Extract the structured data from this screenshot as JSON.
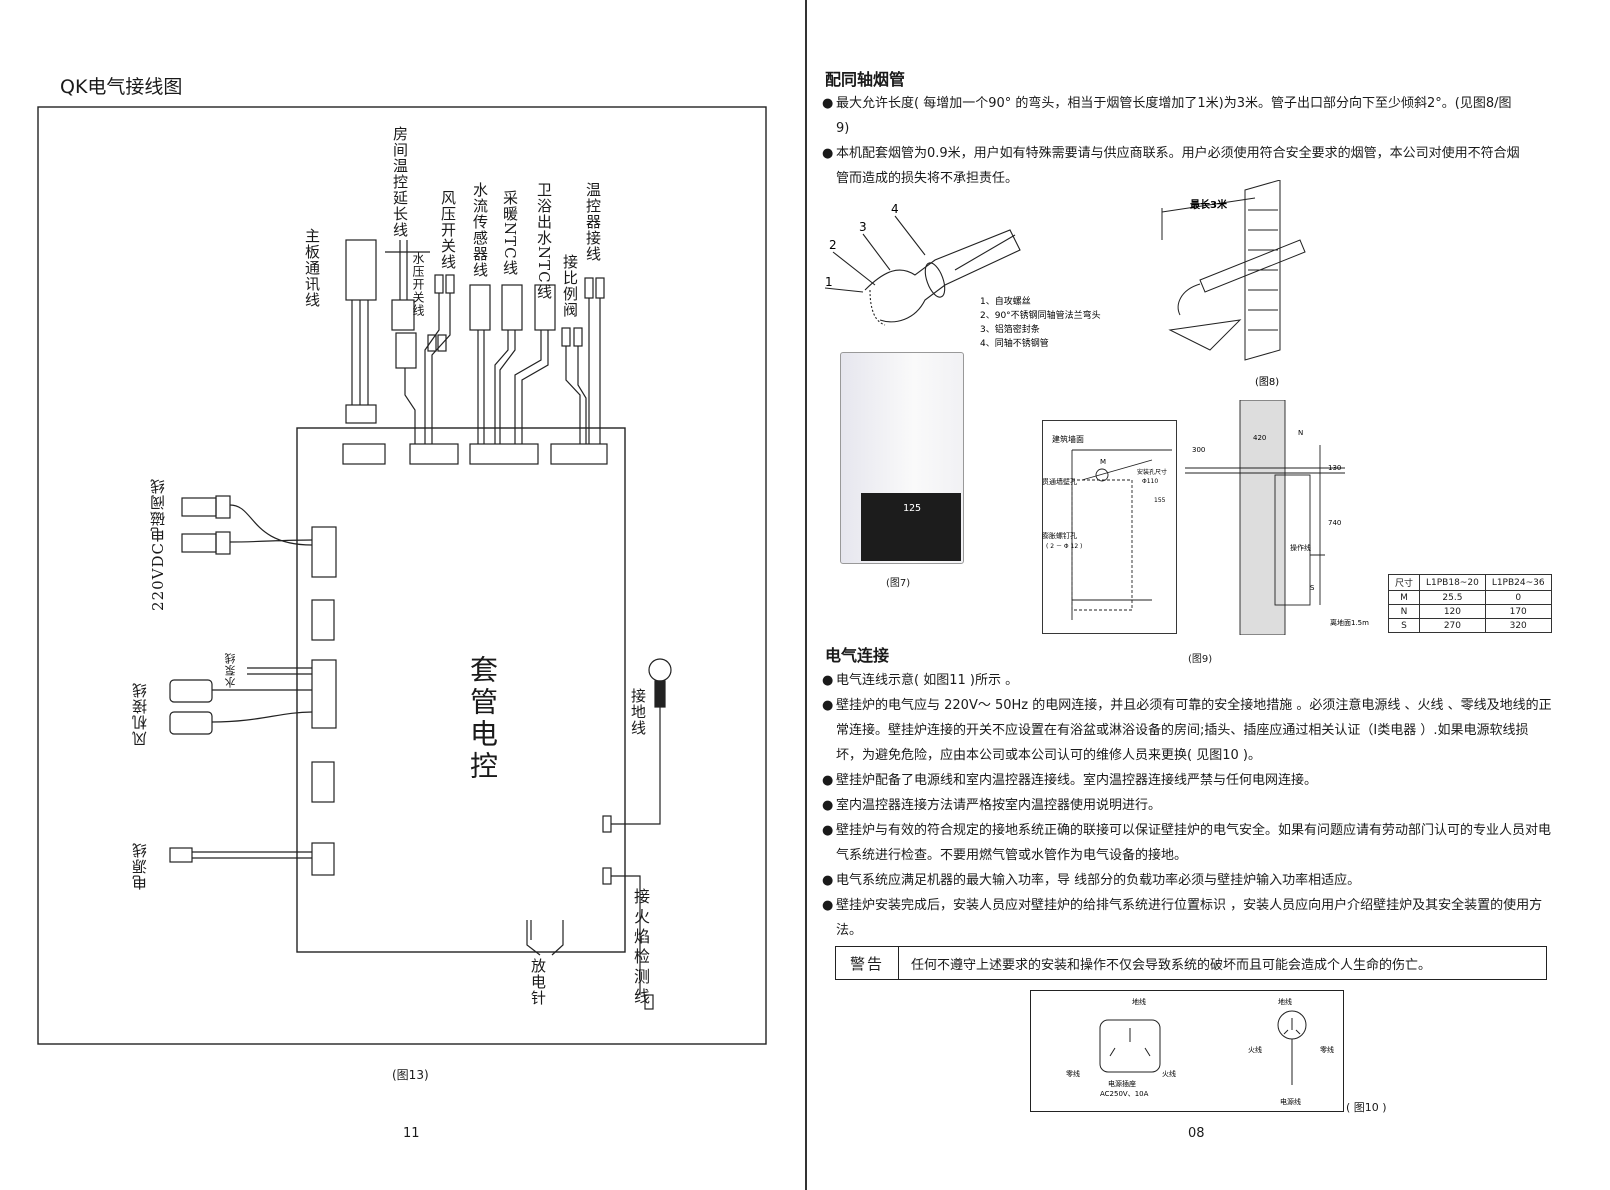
{
  "left_page": {
    "title": "QK电气接线图",
    "diagram": {
      "board_label": "套管电控",
      "labels": {
        "main_comm": "主板通讯线",
        "room_thermo_ext": "房间温控延长线",
        "water_pressure": "水压开关线",
        "wind_pressure": "风压开关线",
        "flow_sensor": "水流传感器线",
        "heating_ntc": "采暖NTC线",
        "bath_ntc": "卫浴出水NTC线",
        "thermostat": "温控器接线",
        "proportional_valve": "接比例阀",
        "solenoid_valve": "220VDC电磁阀线",
        "water_pump": "水泵线",
        "fan": "风机接线",
        "power": "电源线",
        "ground": "接地线",
        "flame_detect": "接火焰检测线",
        "ignition_needle": "放电针"
      }
    },
    "caption": "(图13)",
    "page_number": "11"
  },
  "right_page": {
    "section1_title": "配同轴烟管",
    "section1_bullets": [
      "最大允许长度( 每增加一个90° 的弯头，相当于烟管长度增加了1米)为3米。管子出口部分向下至少倾斜2°。(见图8/图9)",
      "本机配套烟管为0.9米，用户如有特殊需要请与供应商联系。用户必须使用符合安全要求的烟管，本公司对使用不符合烟管而造成的损失将不承担责任。"
    ],
    "flue_parts": {
      "numbers": [
        "1",
        "2",
        "3",
        "4"
      ],
      "legend": [
        "1、自攻螺丝",
        "2、90°不锈钢同轴管法兰弯头",
        "3、铝箔密封条",
        "4、同轴不锈钢管"
      ]
    },
    "fig8": {
      "max_label": "最长3米",
      "caption": "(图8)"
    },
    "fig7": {
      "display": "125",
      "caption": "(图7)"
    },
    "fig9": {
      "wall_label": "建筑墙面",
      "hole_label": "贯通墙壁孔",
      "m_label": "M",
      "hole_size": "安装孔尺寸",
      "hole_dia": "Φ110",
      "dim_155": "155",
      "bolt_label": "膨胀螺钉孔",
      "bolt_spec": "( 2 － Φ 12 )",
      "dim_300": "300",
      "dim_420": "420",
      "n_label": "N",
      "dim_130": "130",
      "dim_740": "740",
      "op_label": "操作线",
      "s_label": "S",
      "ground_dist": "离地面1.5m",
      "table": {
        "headers": [
          "尺寸",
          "L1PB18~20",
          "L1PB24~36"
        ],
        "rows": [
          [
            "M",
            "25.5",
            "0"
          ],
          [
            "N",
            "120",
            "170"
          ],
          [
            "S",
            "270",
            "320"
          ]
        ]
      },
      "caption": "(图9)"
    },
    "section2_title": "电气连接",
    "section2_bullets": [
      "电气连线示意( 如图11 )所示 。",
      "壁挂炉的电气应与 220V～ 50Hz 的电网连接，并且必须有可靠的安全接地措施 。必须注意电源线 、火线 、零线及地线的正常连接。壁挂炉连接的开关不应设置在有浴盆或淋浴设备的房间;插头、插座应通过相关认证（Ⅰ类电器 ）.如果电源软线损坏，为避免危险，应由本公司或本公司认可的维修人员来更换( 见图10 )。",
      "壁挂炉配备了电源线和室内温控器连接线。室内温控器连接线严禁与任何电网连接。",
      "室内温控器连接方法请严格按室内温控器使用说明进行。",
      "壁挂炉与有效的符合规定的接地系统正确的联接可以保证壁挂炉的电气安全。如果有问题应请有劳动部门认可的专业人员对电气系统进行检查。不要用燃气管或水管作为电气设备的接地。",
      "电气系统应满足机器的最大输入功率，导 线部分的负载功率必须与壁挂炉输入功率相适应。",
      "壁挂炉安装完成后，安装人员应对壁挂炉的给排气系统进行位置标识 ，安装人员应向用户介绍壁挂炉及其安全装置的使用方法。"
    ],
    "bullet_symbol": "●",
    "warning_label": "警告",
    "warning_text": "任何不遵守上述要求的安装和操作不仅会导致系统的破坏而且可能会造成个人生命的伤亡。",
    "fig10": {
      "socket_ground": "地线",
      "socket_neutral": "零线",
      "socket_live": "火线",
      "socket_name": "电源插座",
      "socket_spec": "AC250V、10A",
      "plug_ground": "地线",
      "plug_live": "火线",
      "plug_neutral": "零线",
      "plug_cord": "电源线",
      "caption": "( 图10 )"
    },
    "page_number": "08"
  }
}
